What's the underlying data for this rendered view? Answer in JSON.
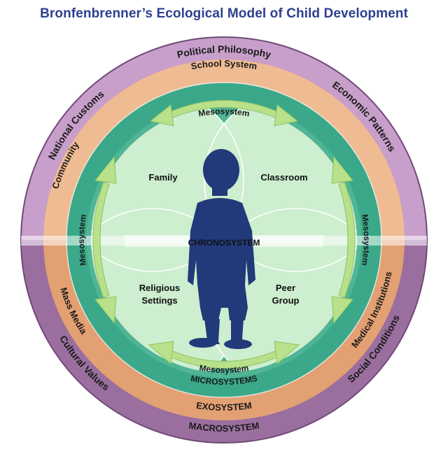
{
  "title": "Bronfenbrenner’s Ecological Model of Child Development",
  "colors": {
    "macro": "#9a6f9f",
    "macro_band": "#7e5485",
    "macro_top": "#d9b6dc",
    "exo": "#e6a678",
    "exo_band": "#d48a5c",
    "exo_top": "#f6cfae",
    "meso_ring": "#3aa889",
    "micro_bg": "#c9efcf",
    "micro_petal": "#d7f3d8",
    "arrow": "#b9e08a",
    "child": "#223a7a",
    "title": "#2e3f8f"
  },
  "macrosystem": {
    "label": "MACROSYSTEM",
    "items": [
      "Political Philosophy",
      "Economic Patterns",
      "Social Conditions",
      "Cultural Values",
      "National Customs"
    ]
  },
  "exosystem": {
    "label": "EXOSYSTEM",
    "items": [
      "School System",
      "Medical Institutions",
      "Mass Media",
      "Community"
    ]
  },
  "microsystems": {
    "label": "MICROSYSTEMS",
    "items": [
      "Family",
      "Classroom",
      "Religious Settings",
      "Peer Group"
    ],
    "religious_line1": "Religious",
    "religious_line2": "Settings",
    "peer_line1": "Peer",
    "peer_line2": "Group"
  },
  "mesosystem": {
    "label": "Mesosystem"
  },
  "chronosystem": {
    "label": "CHRONOSYSTEM"
  },
  "icons": {
    "child": "child-silhouette-icon",
    "arrow": "double-headed-curved-arrow-icon"
  }
}
